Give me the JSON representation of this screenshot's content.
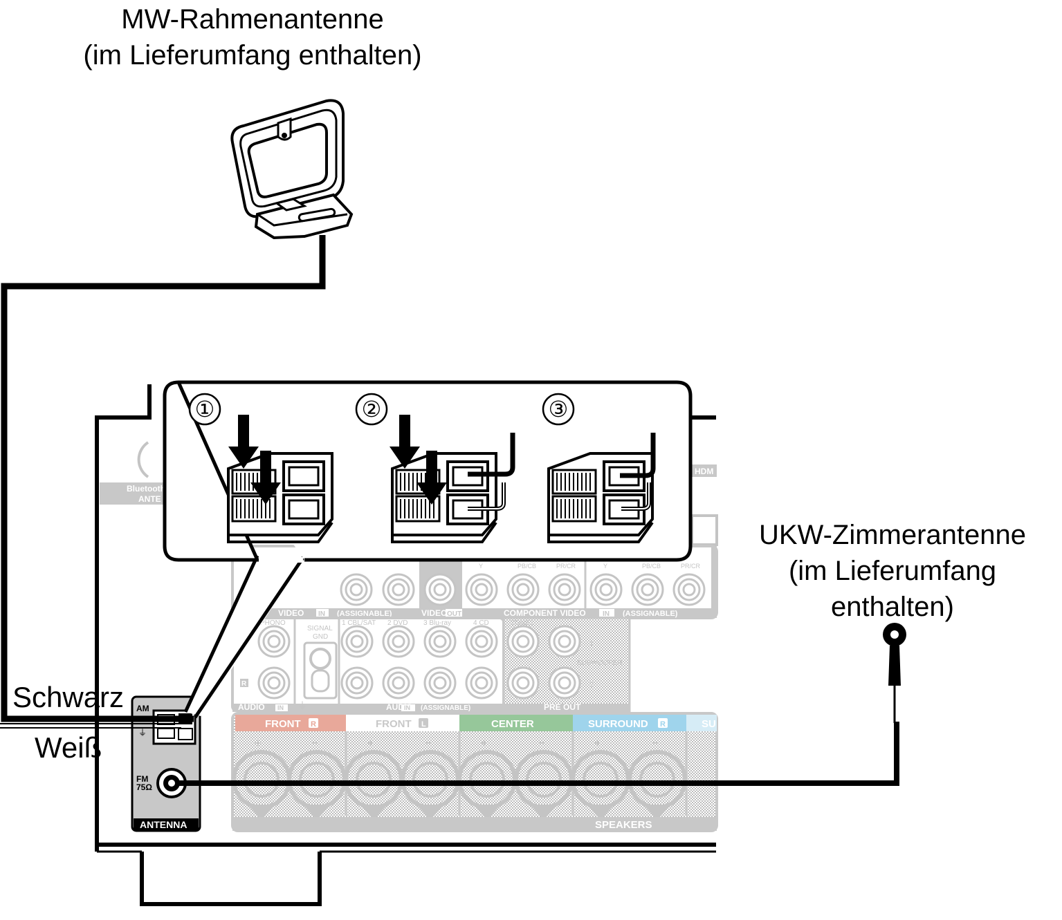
{
  "labels": {
    "mw_antenna_line1": "MW-Rahmenantenne",
    "mw_antenna_line2": "(im Lieferumfang enthalten)",
    "ukw_antenna_line1": "UKW-Zimmerantenne",
    "ukw_antenna_line2": "(im Lieferumfang",
    "ukw_antenna_line3": "enthalten)",
    "wire_black": "Schwarz",
    "wire_white": "Weiß"
  },
  "steps": [
    "①",
    "②",
    "③"
  ],
  "panel": {
    "am": "AM",
    "fm": "FM",
    "fm_ohm": "75Ω",
    "antenna": "ANTENNA",
    "bluetooth_1": "Bluetooth",
    "bluetooth_2": "ANTE",
    "hdmi": "HDM",
    "video_in": "VIDEO",
    "in_tag": "IN",
    "assignable": "(ASSIGNABLE)",
    "video_out": "VIDEO",
    "out_tag": "OUT",
    "component_video": "COMPONENT VIDEO",
    "y": "Y",
    "pb": "PB/CB",
    "pr": "PR/CR",
    "phono": "PHONO",
    "signal_gnd_1": "SIGNAL",
    "signal_gnd_2": "GND",
    "audio_in": "AUDIO",
    "src_1": "1 CBL/SAT",
    "src_2": "2 DVD",
    "src_3": "3 Blu-ray",
    "src_4": "4 CD",
    "zone2": "ZONE2",
    "subwoofer": "SUBWOOFER",
    "sub_1": "1",
    "sub_2": "2",
    "pre_out": "PRE OUT",
    "front_r": "FRONT",
    "r_tag": "R",
    "front_l": "FRONT",
    "l_tag": "L",
    "center": "CENTER",
    "surround_r": "SURROUND",
    "surround_partial": "SU",
    "speakers": "SPEAKERS",
    "ch_l": "L",
    "ch_r": "R",
    "plus": "+",
    "minus": "−"
  },
  "colors": {
    "front_r": "#e8a89a",
    "center": "#96c79a",
    "surround_r": "#9fd4ec",
    "panel_gray": "#c8c8c8",
    "line": "#000000"
  }
}
